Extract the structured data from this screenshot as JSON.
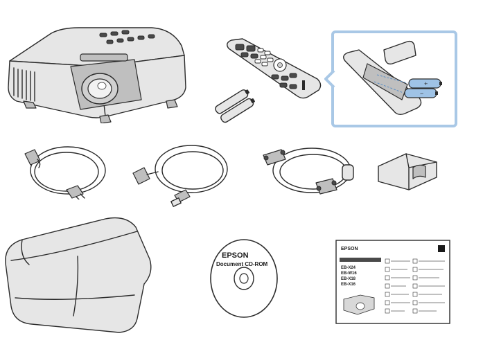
{
  "cd_rom": {
    "brand": "EPSON",
    "label": "Document CD-ROM"
  },
  "manual": {
    "brand": "EPSON",
    "models": [
      "EB-X24",
      "EB-W16",
      "EB-X18",
      "EB-X16"
    ]
  },
  "colors": {
    "callout_border": "#a9c8e6",
    "battery_blue": "#9fc3e6",
    "line_art": "#2b2b2b"
  }
}
